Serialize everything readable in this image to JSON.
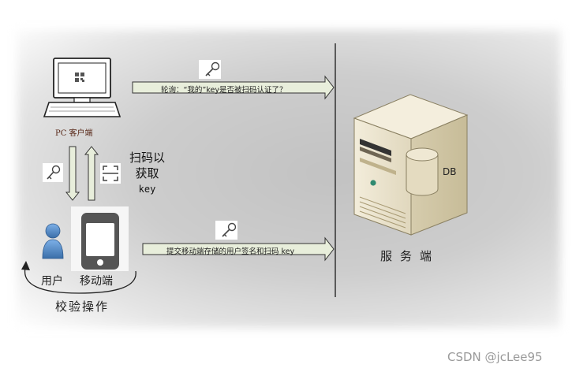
{
  "labels": {
    "pc_client": "PC 客户端",
    "scan_line1": "扫码以",
    "scan_line2": "获取",
    "scan_line3": "key",
    "user": "用户",
    "mobile": "移动端",
    "verify": "校验操作",
    "server": "服务端",
    "db": "DB",
    "watermark": "CSDN @jcLee95"
  },
  "arrows": {
    "poll": "轮询：“我的”key是否被扫码认证了？",
    "submit": "提交移动端存储的用户签名和扫码 key"
  },
  "icons": [
    "key-icon",
    "qr-code-icon",
    "scan-icon",
    "computer-icon",
    "server-icon",
    "user-icon",
    "phone-icon"
  ],
  "colors": {
    "arrow_fill": "#e8eedb",
    "server_body": "#e9e2cc",
    "user_blue": "#4f86c6"
  }
}
